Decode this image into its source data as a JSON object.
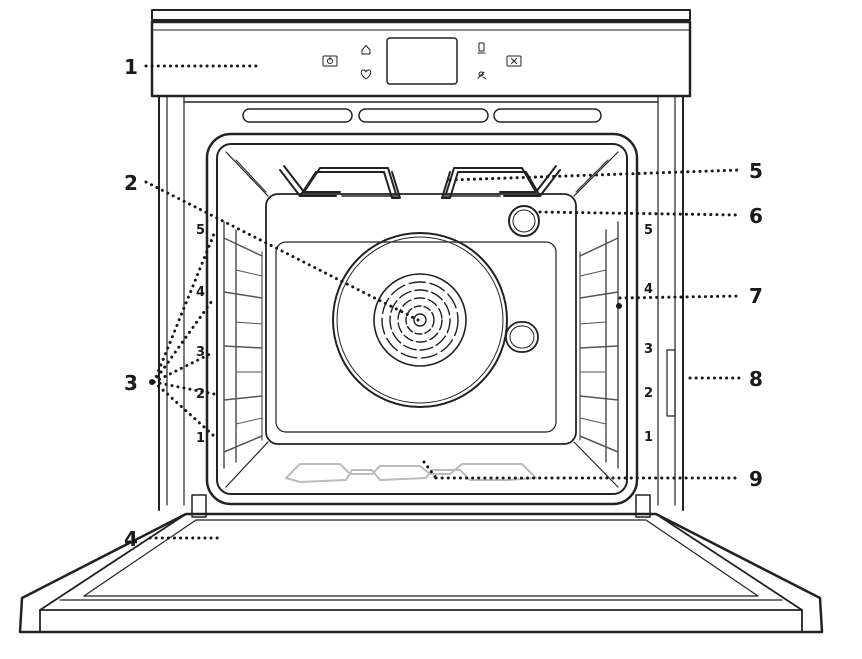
{
  "callouts": {
    "c1": "1",
    "c2": "2",
    "c3": "3",
    "c4": "4",
    "c5": "5",
    "c6": "6",
    "c7": "7",
    "c8": "8",
    "c9": "9"
  },
  "shelf_levels": {
    "left": [
      "5",
      "4",
      "3",
      "2",
      "1"
    ],
    "right": [
      "5",
      "4",
      "3",
      "2",
      "1"
    ]
  },
  "panel_icons": [
    "power-icon",
    "home-icon",
    "heart-icon",
    "mobile-icon",
    "wifi-settings-icon",
    "cancel-icon"
  ],
  "colors": {
    "line": "#222222",
    "background": "#ffffff",
    "heating_element": "#bbbbbb"
  }
}
